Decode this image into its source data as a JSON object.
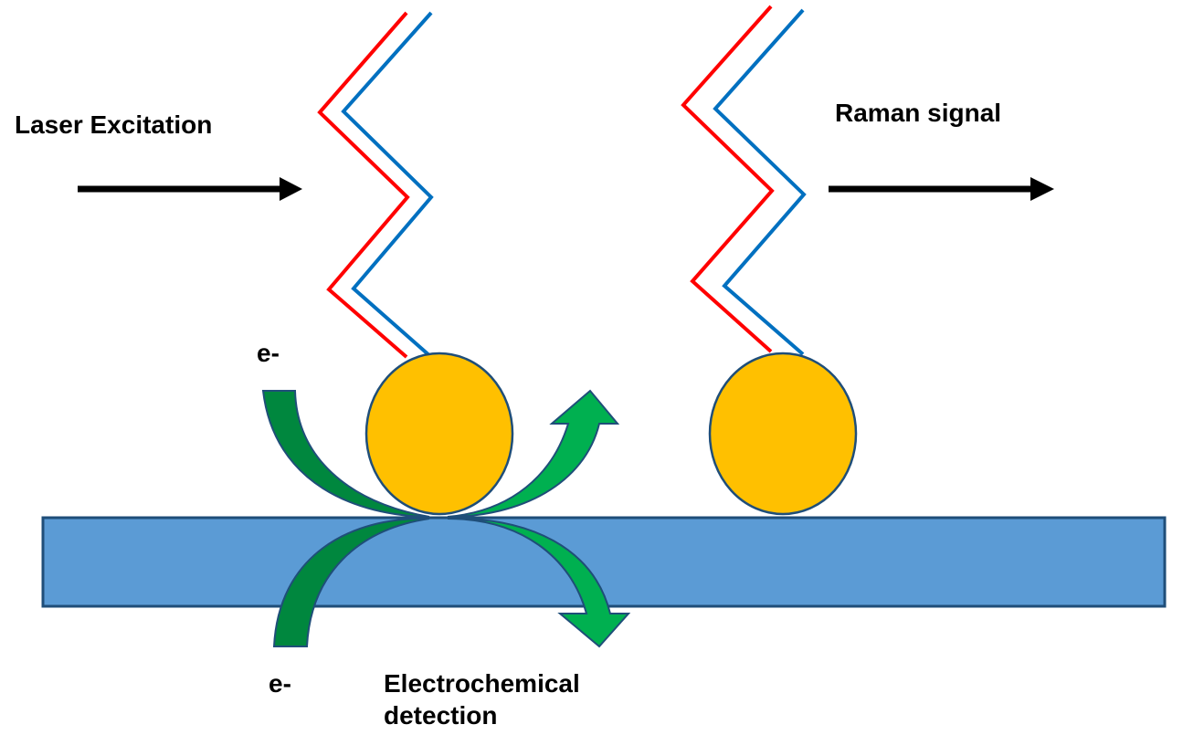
{
  "diagram": {
    "title": "SERS / electrochemical detection schematic",
    "labels": {
      "laser_excitation": "Laser Excitation",
      "raman_signal": "Raman signal",
      "electron_top": "e-",
      "electron_bottom": "e-",
      "electrochemical_line1": "Electrochemical",
      "electrochemical_line2": "detection"
    },
    "colors": {
      "substrate_fill": "#5B9BD5",
      "substrate_stroke": "#1F4E79",
      "particle_fill": "#FFC000",
      "particle_stroke": "#1F4E79",
      "wave_red": "#FF0000",
      "wave_blue": "#0070C0",
      "arrow_black": "#000000",
      "curved_arrow_dark_green": "#00873E",
      "curved_arrow_light_green": "#00B050",
      "curved_arrow_stroke": "#1F4E79"
    }
  }
}
